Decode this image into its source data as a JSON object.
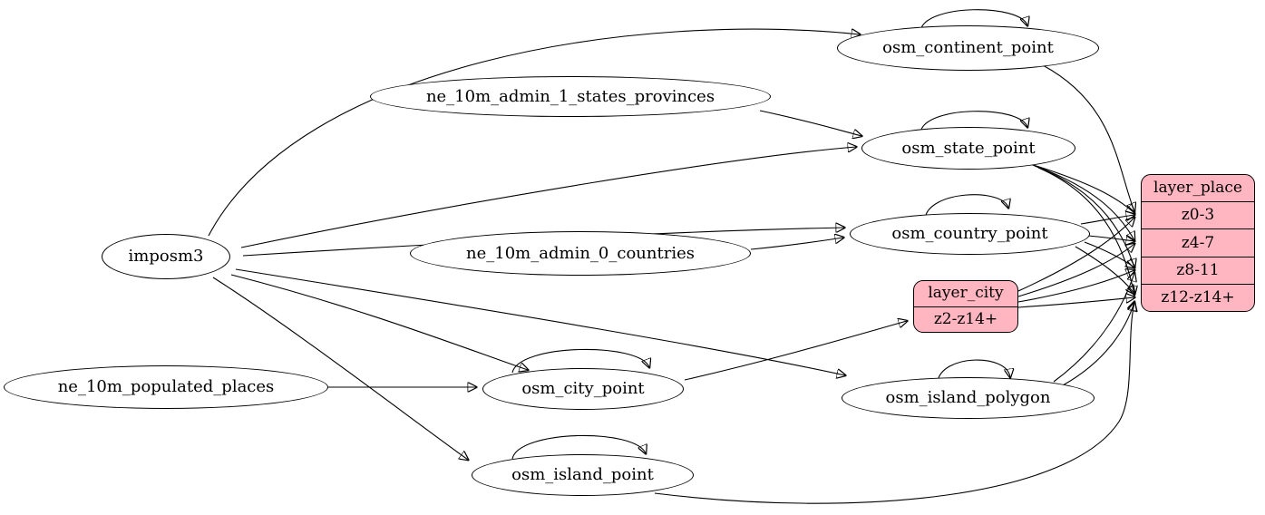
{
  "colors": {
    "background": "#ffffff",
    "ellipse_fill": "#ffffff",
    "layer_record_fill": "#ffb6c1",
    "stroke": "#000000",
    "text": "#000000"
  },
  "nodes": {
    "imposm3": {
      "label": "imposm3",
      "shape": "ellipse"
    },
    "ne_10m_admin_1_states_provinces": {
      "label": "ne_10m_admin_1_states_provinces",
      "shape": "ellipse"
    },
    "ne_10m_admin_0_countries": {
      "label": "ne_10m_admin_0_countries",
      "shape": "ellipse"
    },
    "ne_10m_populated_places": {
      "label": "ne_10m_populated_places",
      "shape": "ellipse"
    },
    "osm_continent_point": {
      "label": "osm_continent_point",
      "shape": "ellipse",
      "self_loop": true
    },
    "osm_state_point": {
      "label": "osm_state_point",
      "shape": "ellipse",
      "self_loop": true
    },
    "osm_country_point": {
      "label": "osm_country_point",
      "shape": "ellipse",
      "self_loop": true
    },
    "osm_city_point": {
      "label": "osm_city_point",
      "shape": "ellipse",
      "self_loop": true
    },
    "osm_island_polygon": {
      "label": "osm_island_polygon",
      "shape": "ellipse",
      "self_loop": true
    },
    "osm_island_point": {
      "label": "osm_island_point",
      "shape": "ellipse",
      "self_loop": true
    },
    "layer_city": {
      "label": "layer_city",
      "shape": "record",
      "rows": [
        "z2-z14+"
      ]
    },
    "layer_place": {
      "label": "layer_place",
      "shape": "record",
      "rows": [
        "z0-3",
        "z4-7",
        "z8-11",
        "z12-z14+"
      ]
    }
  },
  "edges": [
    {
      "from": "imposm3",
      "to": "osm_continent_point"
    },
    {
      "from": "imposm3",
      "to": "osm_state_point"
    },
    {
      "from": "imposm3",
      "to": "osm_country_point"
    },
    {
      "from": "imposm3",
      "to": "osm_city_point"
    },
    {
      "from": "imposm3",
      "to": "osm_island_polygon"
    },
    {
      "from": "imposm3",
      "to": "osm_island_point"
    },
    {
      "from": "ne_10m_admin_1_states_provinces",
      "to": "osm_state_point"
    },
    {
      "from": "ne_10m_admin_0_countries",
      "to": "osm_country_point"
    },
    {
      "from": "ne_10m_populated_places",
      "to": "osm_city_point"
    },
    {
      "from": "osm_continent_point",
      "to": "osm_continent_point"
    },
    {
      "from": "osm_state_point",
      "to": "osm_state_point"
    },
    {
      "from": "osm_country_point",
      "to": "osm_country_point"
    },
    {
      "from": "osm_city_point",
      "to": "osm_city_point"
    },
    {
      "from": "osm_island_polygon",
      "to": "osm_island_polygon"
    },
    {
      "from": "osm_island_point",
      "to": "osm_island_point"
    },
    {
      "from": "osm_city_point",
      "to": "layer_city",
      "port": "z2-z14+"
    },
    {
      "from": "osm_continent_point",
      "to": "layer_place",
      "port": "z0-3"
    },
    {
      "from": "osm_state_point",
      "to": "layer_place",
      "port": "z0-3"
    },
    {
      "from": "osm_state_point",
      "to": "layer_place",
      "port": "z4-7"
    },
    {
      "from": "osm_state_point",
      "to": "layer_place",
      "port": "z8-11"
    },
    {
      "from": "osm_state_point",
      "to": "layer_place",
      "port": "z12-z14+"
    },
    {
      "from": "osm_country_point",
      "to": "layer_place",
      "port": "z0-3"
    },
    {
      "from": "osm_country_point",
      "to": "layer_place",
      "port": "z4-7"
    },
    {
      "from": "osm_country_point",
      "to": "layer_place",
      "port": "z8-11"
    },
    {
      "from": "osm_country_point",
      "to": "layer_place",
      "port": "z12-z14+"
    },
    {
      "from": "layer_city",
      "to": "layer_place",
      "port": "z0-3"
    },
    {
      "from": "layer_city",
      "to": "layer_place",
      "port": "z4-7"
    },
    {
      "from": "layer_city",
      "to": "layer_place",
      "port": "z8-11"
    },
    {
      "from": "layer_city",
      "to": "layer_place",
      "port": "z12-z14+"
    },
    {
      "from": "osm_island_polygon",
      "to": "layer_place",
      "port": "z8-11"
    },
    {
      "from": "osm_island_polygon",
      "to": "layer_place",
      "port": "z12-z14+"
    },
    {
      "from": "osm_island_point",
      "to": "layer_place",
      "port": "z12-z14+"
    }
  ]
}
